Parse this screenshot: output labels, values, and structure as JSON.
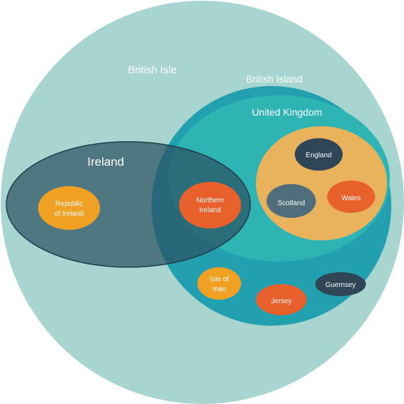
{
  "diagram": {
    "colors": {
      "british_isle": "#a8d5cf",
      "british_island": "#22a0b0",
      "united_kingdom": "#2fb4b4",
      "ireland": "#2a4f5f",
      "gb_nations": "#e9b25d",
      "orange": "#f0a023",
      "red_orange": "#e8602c",
      "slate": "#4f6d7a",
      "navy": "#2e4656",
      "text_light": "#ffffff"
    },
    "labels": {
      "british_isle": "British Isle",
      "british_island": "British Island",
      "united_kingdom": "United Kingdom",
      "ireland": "Ireland",
      "republic_of_ireland_line1": "Republic",
      "republic_of_ireland_line2": "of Ireland",
      "northern_ireland_line1": "Northern",
      "northern_ireland_line2": "Ireland",
      "england": "England",
      "scotland": "Scotland",
      "wales": "Wales",
      "isle_of_man_line1": "Isle of",
      "isle_of_man_line2": "man",
      "jersey": "Jersey",
      "guernsey": "Guernsey"
    }
  }
}
